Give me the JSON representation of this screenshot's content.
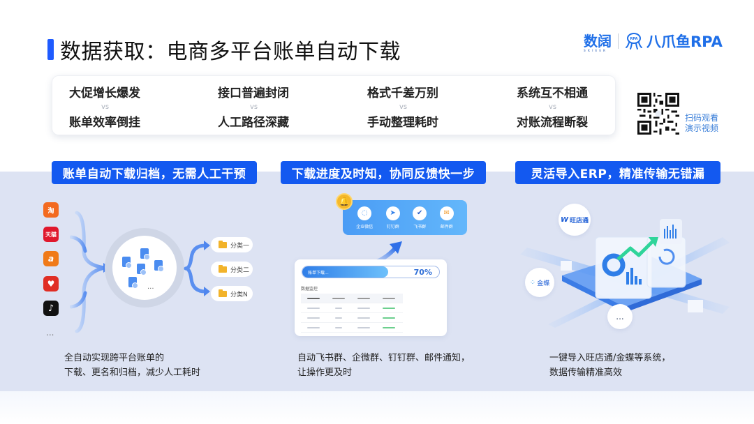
{
  "header": {
    "title": "数据获取：电商多平台账单自动下载",
    "logos": {
      "brand1": "数阔",
      "brand1_sub": "SKIEER",
      "brand2": "八爪鱼RPA"
    }
  },
  "pain_points": [
    {
      "top": "大促增长爆发",
      "vs": "vs",
      "bottom": "账单效率倒挂"
    },
    {
      "top": "接口普遍封闭",
      "vs": "vs",
      "bottom": "人工路径深藏"
    },
    {
      "top": "格式千差万别",
      "vs": "vs",
      "bottom": "手动整理耗时"
    },
    {
      "top": "系统互不相通",
      "vs": "vs",
      "bottom": "对账流程断裂"
    }
  ],
  "qr": {
    "line1": "扫码观看",
    "line2": "演示视频"
  },
  "sections": [
    {
      "tag": "账单自动下载归档，无需人工干预",
      "desc_line1": "全自动实现跨平台账单的",
      "desc_line2": "下载、更名和归档，减少人工耗时",
      "platforms": [
        {
          "name": "taobao",
          "label": "淘",
          "color": "#f36a1f"
        },
        {
          "name": "tmall",
          "label": "天猫",
          "color": "#e0182d"
        },
        {
          "name": "alibaba",
          "label": "a",
          "color": "#f07a18"
        },
        {
          "name": "pinduoduo",
          "label": "♥",
          "color": "#e02e24"
        },
        {
          "name": "douyin",
          "label": "♪",
          "color": "#111111"
        }
      ],
      "platforms_more": "...",
      "hub_more": "...",
      "categories": [
        "分类一",
        "分类二",
        "分类N"
      ]
    },
    {
      "tag": "下载进度及时知，协同反馈快一步",
      "desc_line1": "自动飞书群、企微群、钉钉群、邮件通知，",
      "desc_line2": "让操作更及时",
      "channels": [
        "企业微信",
        "钉钉群",
        "飞书群",
        "邮件群"
      ],
      "progress_label": "账单下载...",
      "progress_percent": "70%",
      "monitor_label": "数据监控"
    },
    {
      "tag": "灵活导入ERP，精准传输无错漏",
      "desc_line1": "一键导入旺店通/金蝶等系统，",
      "desc_line2": "数据传输精准高效",
      "erp_systems": [
        "旺店通",
        "金蝶"
      ],
      "erp_more": "..."
    }
  ],
  "colors": {
    "accent": "#1359f0",
    "band": "#dde3f3",
    "brand": "#1f6fe8"
  }
}
